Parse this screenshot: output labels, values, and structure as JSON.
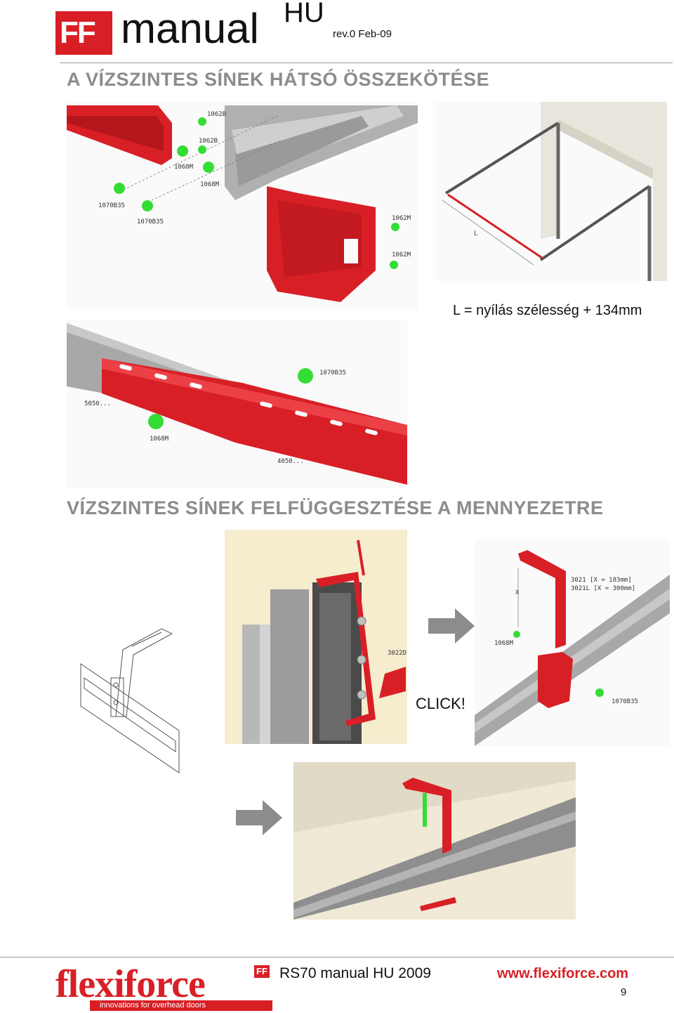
{
  "header": {
    "logo_text": "FF",
    "title": "manual",
    "language": "HU",
    "revision": "rev.0 Feb-09"
  },
  "section1": {
    "title": "A VÍZSZINTES SÍNEK HÁTSÓ ÖSSZEKÖTÉSE",
    "parts_top": [
      "1062B",
      "1062B",
      "1068M",
      "1068M",
      "1070B35",
      "1070B35",
      "1062M",
      "1062M"
    ],
    "frame_label": "L",
    "formula": "L = nyílás szélesség + 134mm",
    "parts_splice": [
      "1070B35",
      "5050...",
      "1068M",
      "4050..."
    ]
  },
  "section2": {
    "title": "VÍZSZINTES SÍNEK FELFÜGGESZTÉSE A MENNYEZETRE",
    "bracket_part": "3022D",
    "click": "CLICK!",
    "hanger_parts": {
      "dim": "X",
      "line1": "3021  [X = 183mm]",
      "line2": "3021L [X = 300mm]",
      "nut": "1068M",
      "bolt": "1070B35"
    }
  },
  "footer": {
    "brand": "flexiforce",
    "badge": "FF",
    "tagline": "innovations for overhead doors",
    "doc": "RS70 manual HU 2009",
    "url": "www.flexiforce.com",
    "page": "9"
  },
  "colors": {
    "brand_red": "#d91f26",
    "heading_grey": "#8c8c8c",
    "hardware_green": "#33dd33",
    "rail_grey": "#a8a8a8"
  }
}
